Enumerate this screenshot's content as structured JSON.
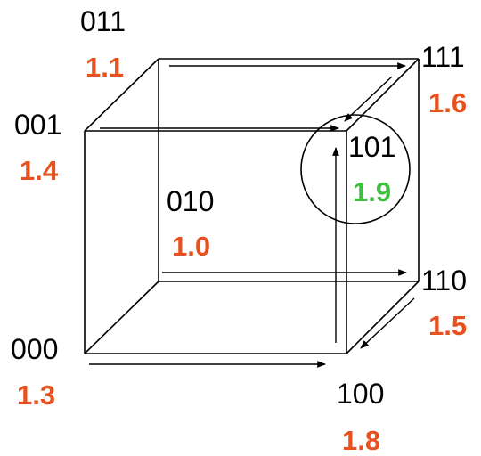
{
  "colors": {
    "edge": "#000000",
    "label": "#000000",
    "value": "#e8501e",
    "best": "#3fbf3f"
  },
  "nodes": [
    {
      "id": "000",
      "code": "000",
      "value": "1.3",
      "best": false
    },
    {
      "id": "001",
      "code": "001",
      "value": "1.4",
      "best": false
    },
    {
      "id": "010",
      "code": "010",
      "value": "1.0",
      "best": false
    },
    {
      "id": "011",
      "code": "011",
      "value": "1.1",
      "best": false
    },
    {
      "id": "100",
      "code": "100",
      "value": "1.8",
      "best": false
    },
    {
      "id": "101",
      "code": "101",
      "value": "1.9",
      "best": true
    },
    {
      "id": "110",
      "code": "110",
      "value": "1.5",
      "best": false
    },
    {
      "id": "111",
      "code": "111",
      "value": "1.6",
      "best": false
    }
  ],
  "edges": [
    [
      "000",
      "100"
    ],
    [
      "100",
      "101"
    ],
    [
      "101",
      "001"
    ],
    [
      "001",
      "000"
    ],
    [
      "010",
      "110"
    ],
    [
      "110",
      "111"
    ],
    [
      "111",
      "011"
    ],
    [
      "011",
      "010"
    ],
    [
      "000",
      "010"
    ],
    [
      "100",
      "110"
    ],
    [
      "101",
      "111"
    ],
    [
      "001",
      "011"
    ]
  ],
  "arrows": [
    {
      "from": "000",
      "to": "100"
    },
    {
      "from": "001",
      "to": "101"
    },
    {
      "from": "011",
      "to": "111"
    },
    {
      "from": "010",
      "to": "110"
    },
    {
      "from": "100",
      "to": "101"
    },
    {
      "from": "110",
      "to": "100"
    },
    {
      "from": "111",
      "to": "101"
    }
  ],
  "highlight": {
    "node": "101"
  }
}
